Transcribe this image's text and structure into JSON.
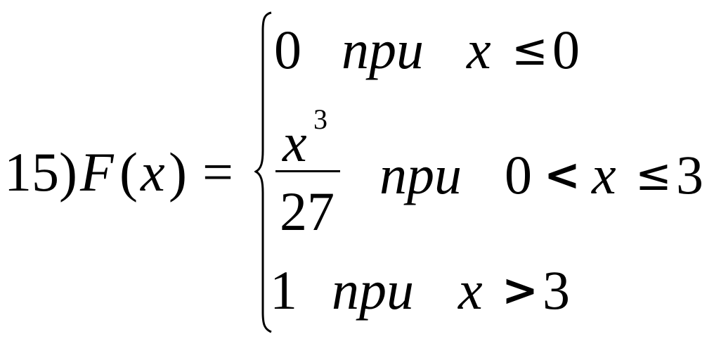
{
  "formula": {
    "label": "15)",
    "func": "F",
    "lparen": "(",
    "var": "x",
    "rparen": ")",
    "equals": "=",
    "cases": [
      {
        "value": "0",
        "word": "npu",
        "var": "x",
        "op": "≤",
        "bound": "0"
      },
      {
        "num_var": "x",
        "num_exp": "3",
        "den": "27",
        "word": "npu",
        "lower": "0",
        "op1": "<",
        "var": "x",
        "op2": "≤",
        "upper": "3"
      },
      {
        "value": "1",
        "word": "npu",
        "var": "x",
        "op": ">",
        "bound": "3"
      }
    ]
  }
}
